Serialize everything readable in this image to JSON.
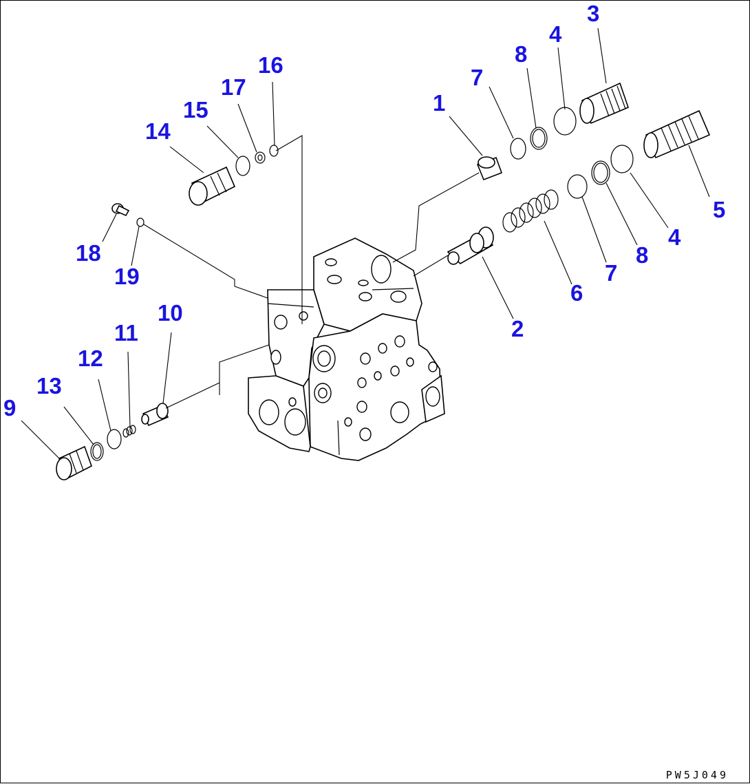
{
  "diagram": {
    "drawing_code": "PW5J049",
    "callouts": [
      "1",
      "2",
      "3",
      "4",
      "5",
      "6",
      "7",
      "8",
      "9",
      "10",
      "11",
      "12",
      "13",
      "14",
      "15",
      "16",
      "17",
      "18",
      "19"
    ],
    "extra_callouts": {
      "c4b": "4",
      "c7b": "7",
      "c8b": "8"
    }
  }
}
